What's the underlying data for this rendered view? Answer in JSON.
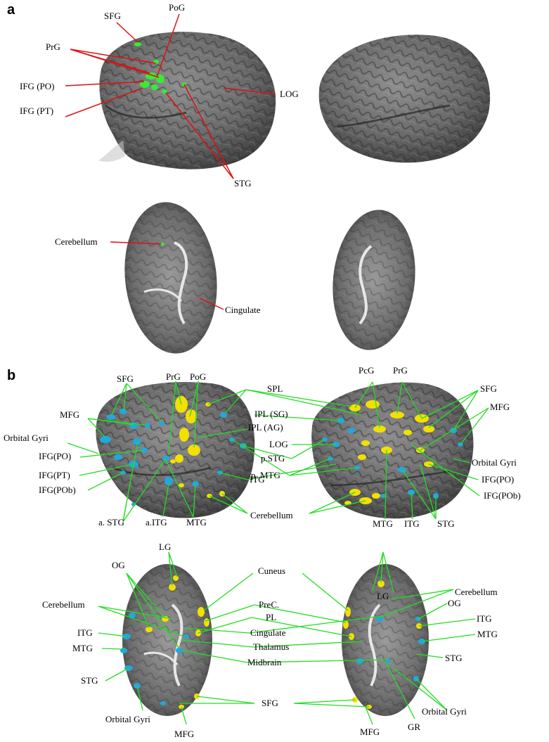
{
  "panels": [
    "a",
    "b"
  ],
  "colors": {
    "red_line": "#e01010",
    "green_line": "#22dd22",
    "activation_green": "#33ee33",
    "activation_yellow": "#f2e000",
    "activation_blue": "#20a8e0",
    "brain_dark": "#4a4a4a",
    "brain_light": "#8e8e8e"
  },
  "labels_a": [
    "SFG",
    "PoG",
    "PrG",
    "IFG (PO)",
    "IFG (PT)",
    "LOG",
    "STG",
    "Cerebellum",
    "Cingulate"
  ],
  "labels_b": [
    "SFG",
    "PrG",
    "PoG",
    "SPL",
    "PcG",
    "PrG",
    "SFG",
    "MFG",
    "IPL (SG)",
    "IPL (AG)",
    "MFG",
    "Orbital Gyri",
    "LOG",
    "Orbital Gyri",
    "IFG(PO)",
    "p.STG",
    "IFG(PO)",
    "IFG(PT)",
    "p. MTG",
    "IFG(POb)",
    "IFG(POb)",
    "ITG",
    "Cerebellum",
    "a. STG",
    "a.ITG",
    "MTG",
    "MTG",
    "ITG",
    "STG",
    "LG",
    "OG",
    "Cuneus",
    "Cerebellum",
    "LG",
    "OG",
    "Cerebellum",
    "PreC.",
    "PL",
    "ITG",
    "ITG",
    "Cingulate",
    "MTG",
    "MTG",
    "Thalamus",
    "Midbrain",
    "STG",
    "STG",
    "SFG",
    "Orbital Gyri",
    "Orbital Gyri",
    "MFG",
    "GR",
    "MFG"
  ]
}
